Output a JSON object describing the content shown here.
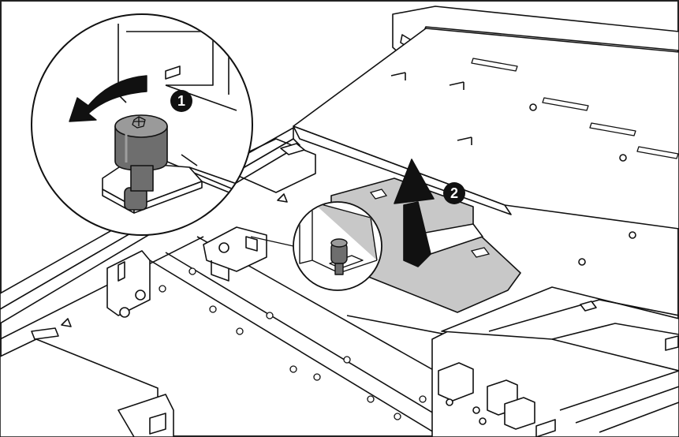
{
  "callouts": [
    {
      "number": "1",
      "meaning": "loosen-thumbscrew"
    },
    {
      "number": "2",
      "meaning": "lift-component"
    }
  ],
  "colors": {
    "line": "#111111",
    "background": "#ffffff",
    "component_fill": "#c8c8c8",
    "screw_fill": "#6e6e6e",
    "callout_badge": "#111111",
    "arrow": "#111111",
    "border": "#222222"
  },
  "icons": [
    "rotate-counterclockwise-arrow",
    "lift-up-arrow",
    "thumbscrew"
  ]
}
